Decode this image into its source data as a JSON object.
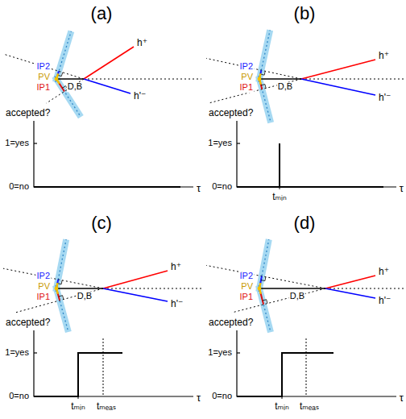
{
  "diagram": {
    "labels": [
      "(a)",
      "IP2",
      "PV",
      "D,B",
      "h⁺",
      "IP1",
      "h'⁻",
      "accepted?",
      "1=yes",
      "0=no",
      "τ",
      "(b)",
      "IP2",
      "PV",
      "D,B",
      "h⁺",
      "IP1",
      "h'⁻",
      "accepted?",
      "1=yes",
      "0=no",
      "τ",
      "tₘᵢₙ",
      "(c)",
      "IP2",
      "PV",
      "D,B",
      "h⁺",
      "IP1",
      "h'⁻",
      "accepted?",
      "1=yes",
      "0=no",
      "τ",
      "tₘᵢₙ",
      "tₘₑₐₛ",
      "(d)",
      "IP2",
      "PV",
      "D,B",
      "h⁺",
      "IP1",
      "h'⁻",
      "accepted?",
      "1=yes",
      "0=no",
      "τ",
      "tₘᵢₙ",
      "tₘₑₐₛ"
    ]
  }
}
